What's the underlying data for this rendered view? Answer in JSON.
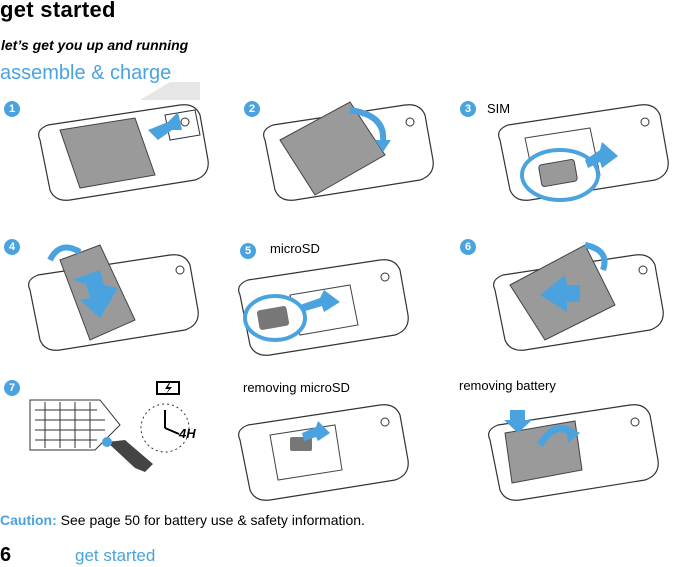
{
  "header": {
    "title": "get started",
    "subtitle": "let’s get you up and running",
    "section": "assemble & charge"
  },
  "steps": [
    {
      "number": "1",
      "label": ""
    },
    {
      "number": "2",
      "label": ""
    },
    {
      "number": "3",
      "label": "SIM"
    },
    {
      "number": "4",
      "label": ""
    },
    {
      "number": "5",
      "label": "microSD"
    },
    {
      "number": "6",
      "label": ""
    },
    {
      "number": "7",
      "label": ""
    }
  ],
  "extra_labels": {
    "removing_microsd": "removing microSD",
    "removing_battery": "removing battery",
    "charge_time": "4H"
  },
  "caution": {
    "heading": "Caution:",
    "text": " See page 50 for battery use & safety information."
  },
  "footer": {
    "page_number": "6",
    "section": "get started"
  },
  "colors": {
    "accent": "#4aa3df",
    "battery": "#999999",
    "arrow": "#4aa3df"
  },
  "icons": [
    "phone-back-illustration",
    "battery-icon",
    "sim-card-icon",
    "microsd-card-icon",
    "charger-icon",
    "clock-icon"
  ]
}
